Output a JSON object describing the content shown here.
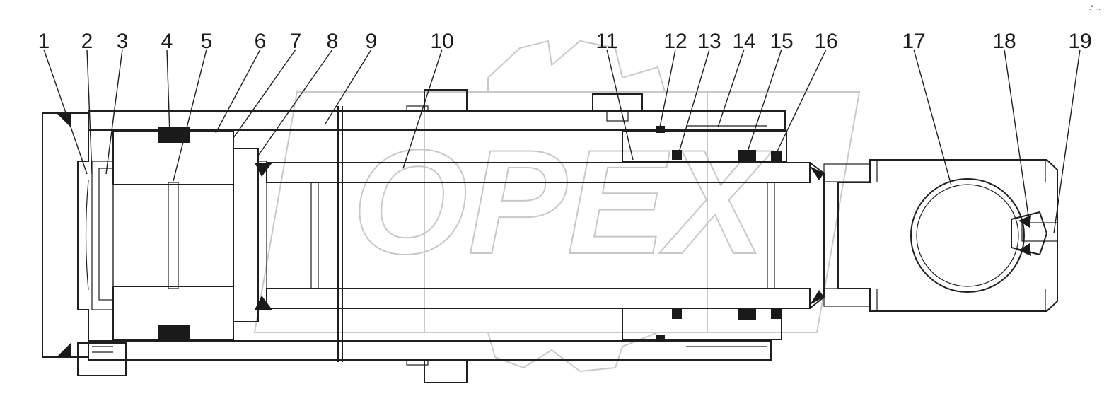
{
  "watermark": "OPEX",
  "corner_mark": ".°  ...",
  "callouts": [
    {
      "label": "1"
    },
    {
      "label": "2"
    },
    {
      "label": "3"
    },
    {
      "label": "4"
    },
    {
      "label": "5"
    },
    {
      "label": "6"
    },
    {
      "label": "7"
    },
    {
      "label": "8"
    },
    {
      "label": "9"
    },
    {
      "label": "10"
    },
    {
      "label": "11"
    },
    {
      "label": "12"
    },
    {
      "label": "13"
    },
    {
      "label": "14"
    },
    {
      "label": "15"
    },
    {
      "label": "16"
    },
    {
      "label": "17"
    },
    {
      "label": "18"
    },
    {
      "label": "19"
    }
  ]
}
